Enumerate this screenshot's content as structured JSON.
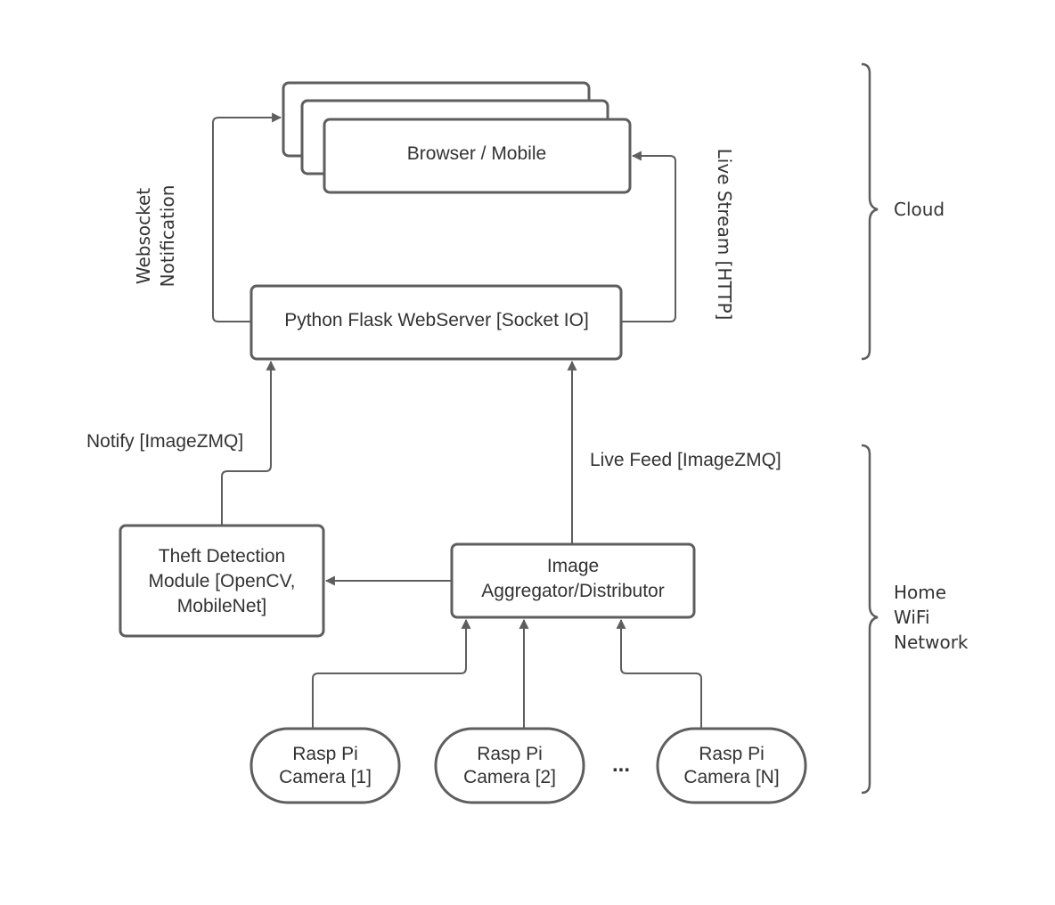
{
  "diagram": {
    "nodes": {
      "browser": {
        "label": "Browser / Mobile"
      },
      "webserver": {
        "label": "Python Flask WebServer [Socket IO]"
      },
      "theft": {
        "lines": [
          "Theft Detection",
          "Module [OpenCV,",
          "MobileNet]"
        ]
      },
      "aggregator": {
        "lines": [
          "Image",
          "Aggregator/Distributor"
        ]
      },
      "cameras": [
        {
          "lines": [
            "Rasp Pi",
            "Camera [1]"
          ]
        },
        {
          "lines": [
            "Rasp Pi",
            "Camera [2]"
          ]
        },
        {
          "lines": [
            "Rasp Pi",
            "Camera [N]"
          ]
        }
      ],
      "ellipsis": "..."
    },
    "edges": {
      "websocket": {
        "lines": [
          "Websocket",
          "Notification"
        ]
      },
      "live_stream": {
        "label": "Live Stream [HTTP]"
      },
      "notify": {
        "label": "Notify [ImageZMQ]"
      },
      "live_feed": {
        "label": "Live Feed [ImageZMQ]"
      }
    },
    "zones": {
      "cloud": {
        "label": "Cloud"
      },
      "home": {
        "lines": [
          "Home",
          "WiFi",
          "Network"
        ]
      }
    }
  }
}
